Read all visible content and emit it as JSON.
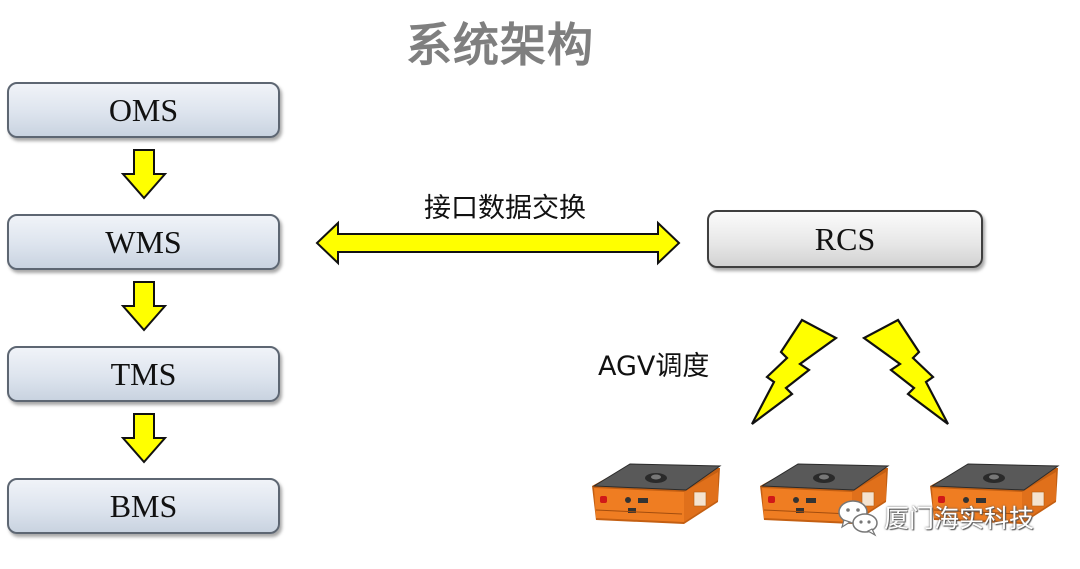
{
  "title": "系统架构",
  "left_stack": {
    "boxes": [
      {
        "label": "OMS"
      },
      {
        "label": "WMS"
      },
      {
        "label": "TMS"
      },
      {
        "label": "BMS"
      }
    ],
    "connector": "down-arrow",
    "connector_color": "#ffff00"
  },
  "exchange": {
    "label": "接口数据交换",
    "connector": "double-headed-arrow",
    "color": "#ffff00"
  },
  "rcs": {
    "label": "RCS"
  },
  "dispatch": {
    "label": "AGV调度",
    "icon": "lightning-bolt",
    "color": "#ffff00"
  },
  "agvs": [
    {
      "name": "agv-robot"
    },
    {
      "name": "agv-robot"
    },
    {
      "name": "agv-robot"
    }
  ],
  "watermark": {
    "icon": "wechat-icon",
    "text": "厦门海实科技"
  },
  "colors": {
    "arrow_fill": "#ffff00",
    "title": "#7f7f7f",
    "agv_orange": "#ef7d22",
    "agv_top": "#5a5a5a"
  }
}
